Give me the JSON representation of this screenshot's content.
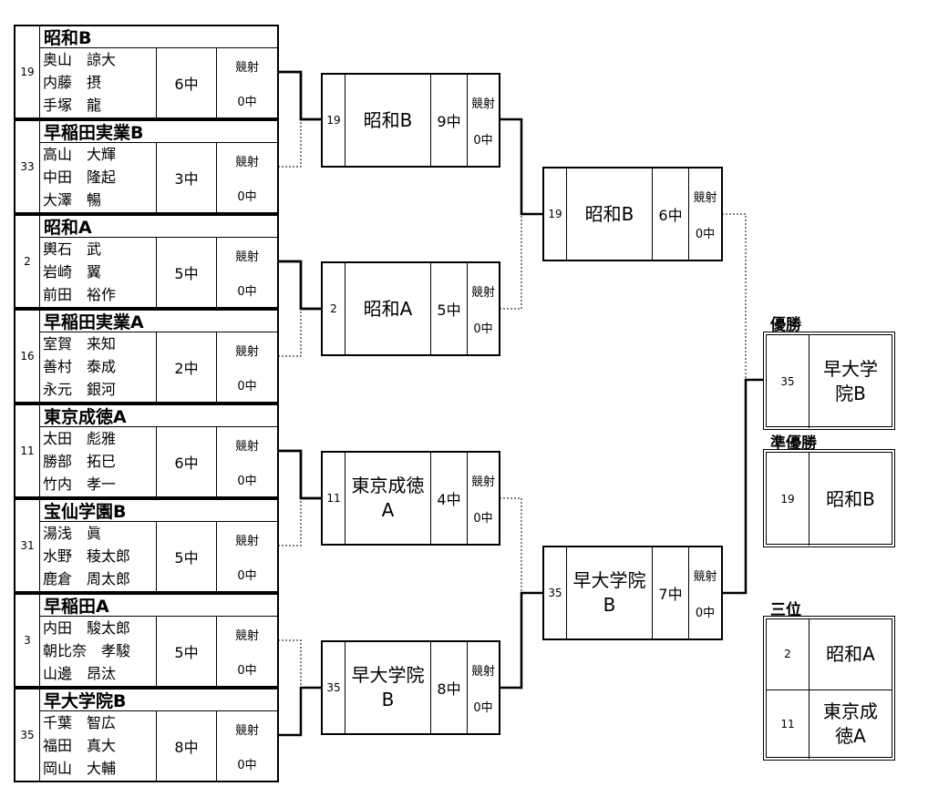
{
  "kyosha_label": "競射",
  "teams": [
    {
      "seed": "19",
      "name": "昭和B",
      "members": [
        "奥山　諒大",
        "内藤　摂",
        "手塚　龍"
      ],
      "score": "6中",
      "kyosha": "0中"
    },
    {
      "seed": "33",
      "name": "早稲田実業B",
      "members": [
        "高山　大輝",
        "中田　隆起",
        "大澤　暢"
      ],
      "score": "3中",
      "kyosha": "0中"
    },
    {
      "seed": "2",
      "name": "昭和A",
      "members": [
        "輿石　武",
        "岩崎　翼",
        "前田　裕作"
      ],
      "score": "5中",
      "kyosha": "0中"
    },
    {
      "seed": "16",
      "name": "早稲田実業A",
      "members": [
        "室賀　来知",
        "善村　泰成",
        "永元　銀河"
      ],
      "score": "2中",
      "kyosha": "0中"
    },
    {
      "seed": "11",
      "name": "東京成徳A",
      "members": [
        "太田　彪雅",
        "勝部　拓巳",
        "竹内　孝一"
      ],
      "score": "6中",
      "kyosha": "0中"
    },
    {
      "seed": "31",
      "name": "宝仙学園B",
      "members": [
        "湯浅　眞",
        "水野　稜太郎",
        "鹿倉　周太郎"
      ],
      "score": "5中",
      "kyosha": "0中"
    },
    {
      "seed": "3",
      "name": "早稲田A",
      "members": [
        "内田　駿太郎",
        "朝比奈　孝駿",
        "山邊　昂汰"
      ],
      "score": "5中",
      "kyosha": "0中"
    },
    {
      "seed": "35",
      "name": "早大学院B",
      "members": [
        "千葉　智広",
        "福田　真大",
        "岡山　大輔"
      ],
      "score": "8中",
      "kyosha": "0中"
    }
  ],
  "round2": [
    {
      "seed": "19",
      "name": "昭和B",
      "score": "9中",
      "kyosha": "0中"
    },
    {
      "seed": "2",
      "name": "昭和A",
      "score": "5中",
      "kyosha": "0中"
    },
    {
      "seed": "11",
      "name": "東京成徳A",
      "score": "4中",
      "kyosha": "0中"
    },
    {
      "seed": "35",
      "name": "早大学院B",
      "score": "8中",
      "kyosha": "0中"
    }
  ],
  "semifinal": [
    {
      "seed": "19",
      "name": "昭和B",
      "score": "6中",
      "kyosha": "0中"
    },
    {
      "seed": "35",
      "name": "早大学院B",
      "score": "7中",
      "kyosha": "0中"
    }
  ],
  "results": {
    "champion": {
      "label": "優勝",
      "seed": "35",
      "name": "早大学院B"
    },
    "runner_up": {
      "label": "準優勝",
      "seed": "19",
      "name": "昭和B"
    },
    "third": {
      "label": "三位",
      "entries": [
        {
          "seed": "2",
          "name": "昭和A"
        },
        {
          "seed": "11",
          "name": "東京成徳A"
        }
      ]
    }
  }
}
